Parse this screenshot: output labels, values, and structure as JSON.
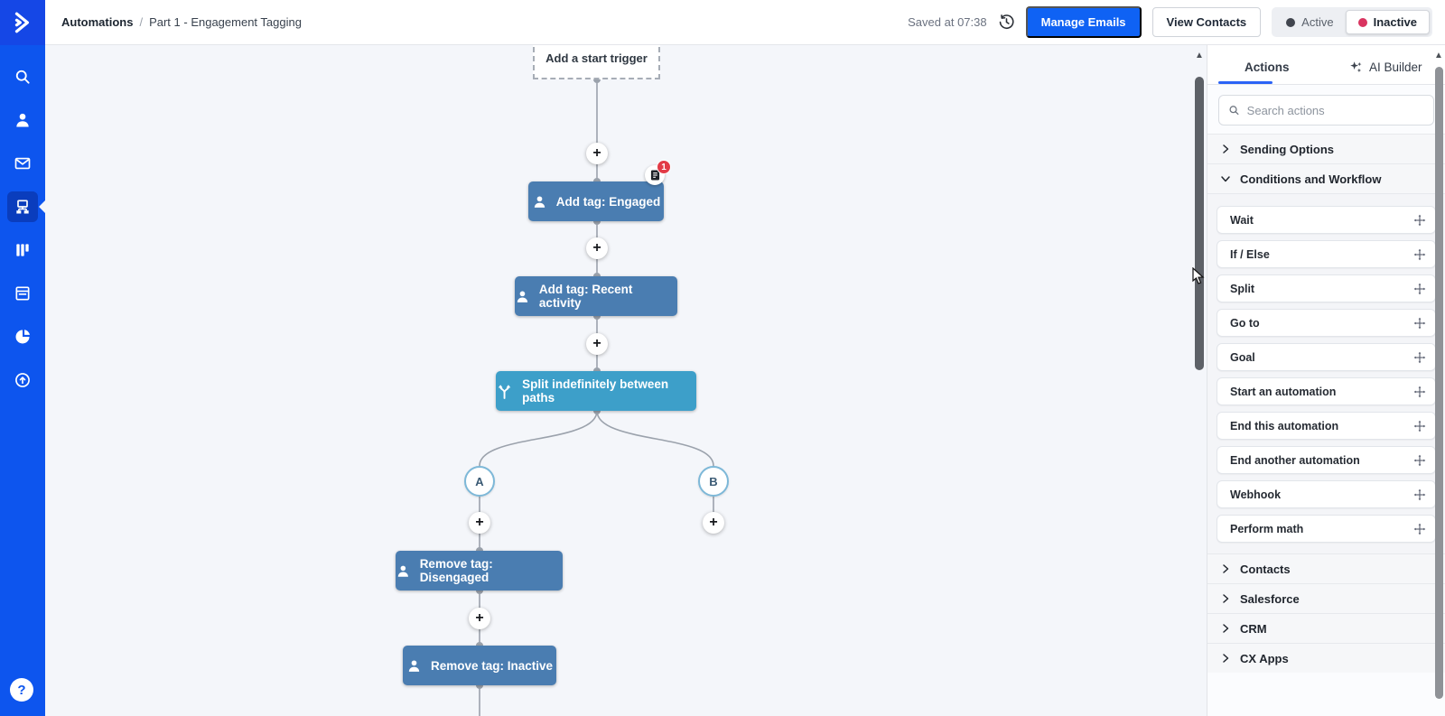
{
  "topbar": {
    "breadcrumb": {
      "root": "Automations",
      "separator": "/",
      "current": "Part 1 - Engagement Tagging"
    },
    "saved_status": "Saved at 07:38",
    "manage_emails_label": "Manage Emails",
    "view_contacts_label": "View Contacts",
    "status_toggle": {
      "active_label": "Active",
      "inactive_label": "Inactive",
      "selected": "Inactive",
      "active_dot_color": "#41454e",
      "inactive_dot_color": "#d93460"
    }
  },
  "sidebar": {
    "icons": [
      "activecampaign-logo",
      "search-icon",
      "contacts-icon",
      "email-icon",
      "automations-icon",
      "pipelines-icon",
      "forms-icon",
      "reports-icon",
      "upgrade-icon",
      "help-icon"
    ],
    "selected_item": "automations-icon",
    "help_label": "?"
  },
  "canvas": {
    "start_trigger_label": "Add a start trigger",
    "plus_label": "+",
    "nodes": [
      {
        "label": "Add tag: Engaged",
        "type": "contact",
        "badge_count": "1"
      },
      {
        "label": "Add tag: Recent activity",
        "type": "contact"
      },
      {
        "label": "Split indefinitely between paths",
        "type": "split"
      },
      {
        "label": "Remove tag: Disengaged",
        "type": "contact"
      },
      {
        "label": "Remove tag: Inactive",
        "type": "contact"
      }
    ],
    "branches": [
      {
        "label": "A"
      },
      {
        "label": "B"
      }
    ],
    "node_color": "#4a7db1",
    "split_node_color": "#3d9fc9",
    "badge_color": "#e23b47"
  },
  "panel": {
    "tabs": [
      {
        "label": "Actions",
        "active": true
      },
      {
        "label": "AI Builder",
        "active": false
      }
    ],
    "search_placeholder": "Search actions",
    "sections": [
      {
        "label": "Sending Options",
        "expanded": false
      },
      {
        "label": "Conditions and Workflow",
        "expanded": true,
        "items": [
          "Wait",
          "If / Else",
          "Split",
          "Go to",
          "Goal",
          "Start an automation",
          "End this automation",
          "End another automation",
          "Webhook",
          "Perform math"
        ]
      },
      {
        "label": "Contacts",
        "expanded": false
      },
      {
        "label": "Salesforce",
        "expanded": false
      },
      {
        "label": "CRM",
        "expanded": false
      },
      {
        "label": "CX Apps",
        "expanded": false
      }
    ],
    "accent_color": "#2b63f6"
  }
}
